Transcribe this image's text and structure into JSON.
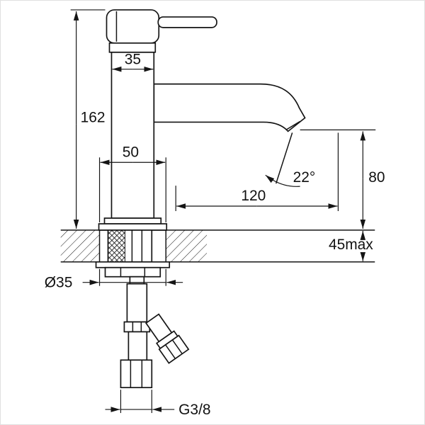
{
  "page": {
    "background": "#ffffff",
    "line_color": "#151515"
  },
  "drawing": {
    "type": "technical-dimension-drawing",
    "labels": {
      "dim_body_width": "35",
      "dim_total_height": "162",
      "dim_base_width": "50",
      "dim_spout_reach": "120",
      "dim_outlet_height": "80",
      "dim_stream_angle": "22°",
      "dim_max_deck": "45max",
      "dim_hole_diameter": "Ø35",
      "dim_thread": "G3/8"
    }
  }
}
